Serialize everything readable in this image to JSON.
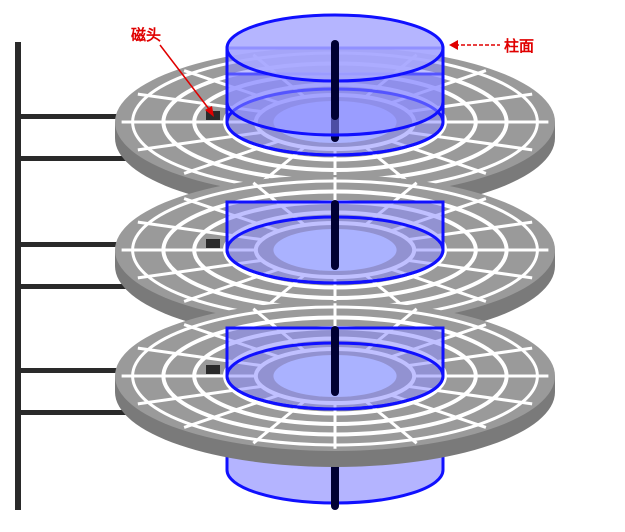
{
  "labels": {
    "head": "磁头",
    "cylinder": "柱面"
  },
  "colors": {
    "label": "#e00000",
    "platter": "#9a9a9a",
    "platter_edge": "#7a7a7a",
    "gap": "#ffffff",
    "cylinder_fill": "#8c8cff",
    "cylinder_stroke": "#1010ff",
    "spindle": "#000033",
    "arm": "#2a2a2a"
  },
  "diagram": {
    "platter_count": 3,
    "track_count": 4,
    "sector_count": 16
  }
}
